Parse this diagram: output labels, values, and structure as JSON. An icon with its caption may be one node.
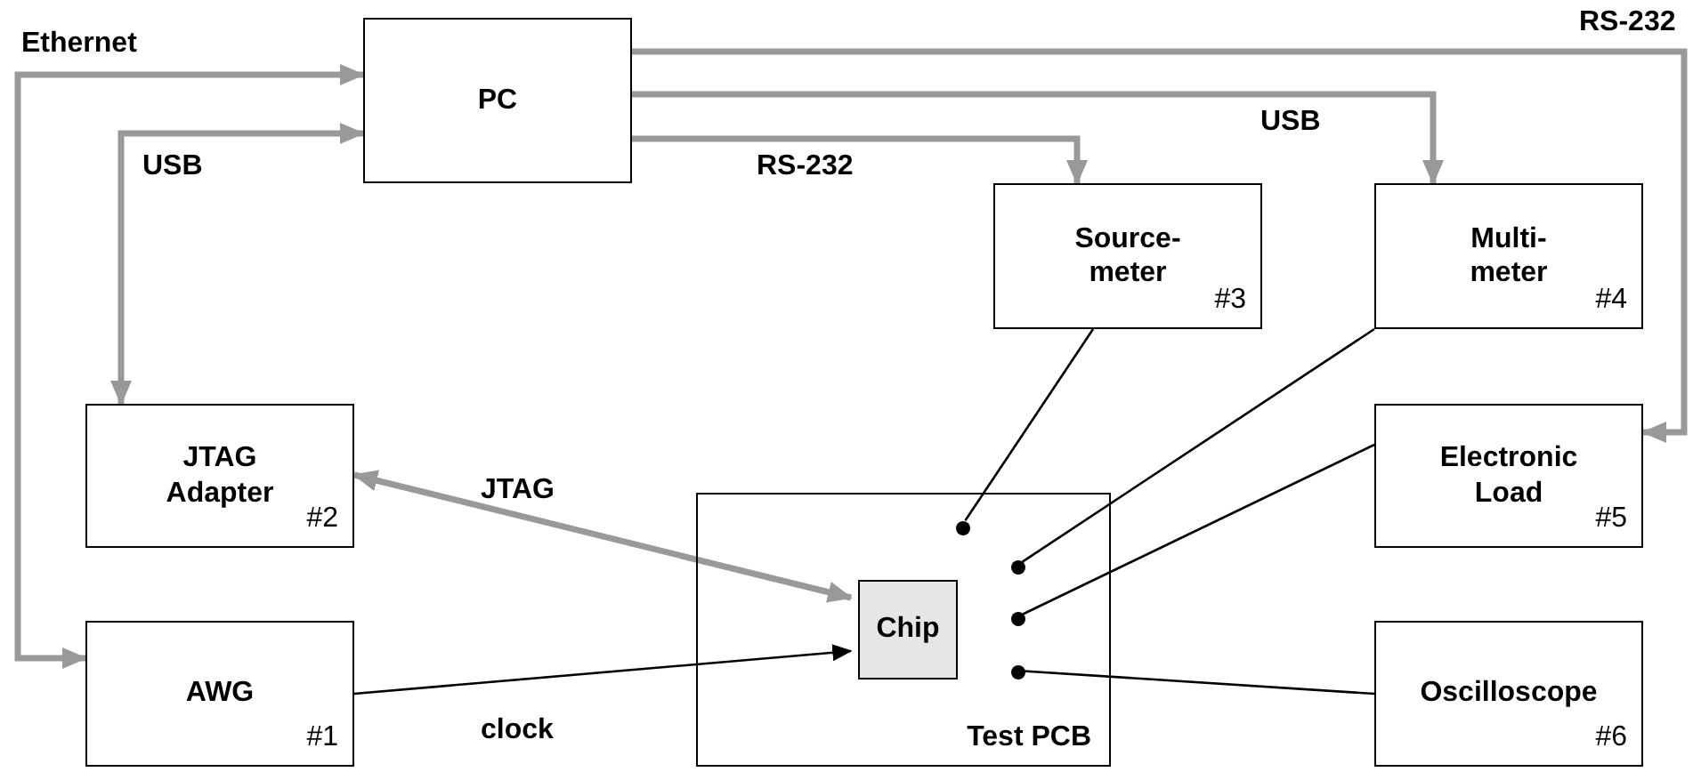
{
  "diagram": {
    "nodes": [
      {
        "text": [
          "PC"
        ]
      },
      {
        "text": [
          "Source- meter",
          "#3"
        ]
      },
      {
        "text": [
          "Multi- meter",
          "#4"
        ]
      },
      {
        "text": [
          "JTAG Adapter",
          "#2"
        ]
      },
      {
        "text": [
          "Test PCB"
        ]
      },
      {
        "text": [
          "Chip"
        ],
        "in": 4
      },
      {
        "text": [],
        "shape": "circle",
        "in": 4
      },
      {
        "text": [],
        "shape": "circle",
        "in": 4
      },
      {
        "text": [],
        "shape": "circle",
        "in": 4
      },
      {
        "text": [],
        "shape": "circle",
        "in": 4
      },
      {
        "text": [
          "Electronic Load",
          "#5"
        ]
      },
      {
        "text": [
          "AWG",
          "#1"
        ]
      },
      {
        "text": [
          "Oscilloscope",
          "#6"
        ]
      }
    ],
    "edges": [
      {
        "from": 0,
        "to": 11,
        "arrow": "both",
        "label": "Ethernet"
      },
      {
        "from": 0,
        "to": 3,
        "arrow": "both",
        "label": "USB"
      },
      {
        "from": 0,
        "to": 1,
        "arrow": "to",
        "label": "RS-232"
      },
      {
        "from": 0,
        "to": 2,
        "arrow": "to",
        "label": "USB"
      },
      {
        "from": 0,
        "to": 10,
        "arrow": "to",
        "label": "RS-232"
      },
      {
        "from": 3,
        "to": 5,
        "arrow": "both",
        "label": "JTAG"
      },
      {
        "from": 11,
        "to": 5,
        "arrow": "to",
        "label": "clock",
        "color": "#000000"
      },
      {
        "from": 1,
        "to": 6,
        "arrow": "none",
        "color": "#000000"
      },
      {
        "from": 2,
        "to": 7,
        "arrow": "none",
        "color": "#000000"
      },
      {
        "from": 10,
        "to": 8,
        "arrow": "none",
        "color": "#000000"
      },
      {
        "from": 12,
        "to": 9,
        "arrow": "none",
        "color": "#000000"
      }
    ]
  }
}
